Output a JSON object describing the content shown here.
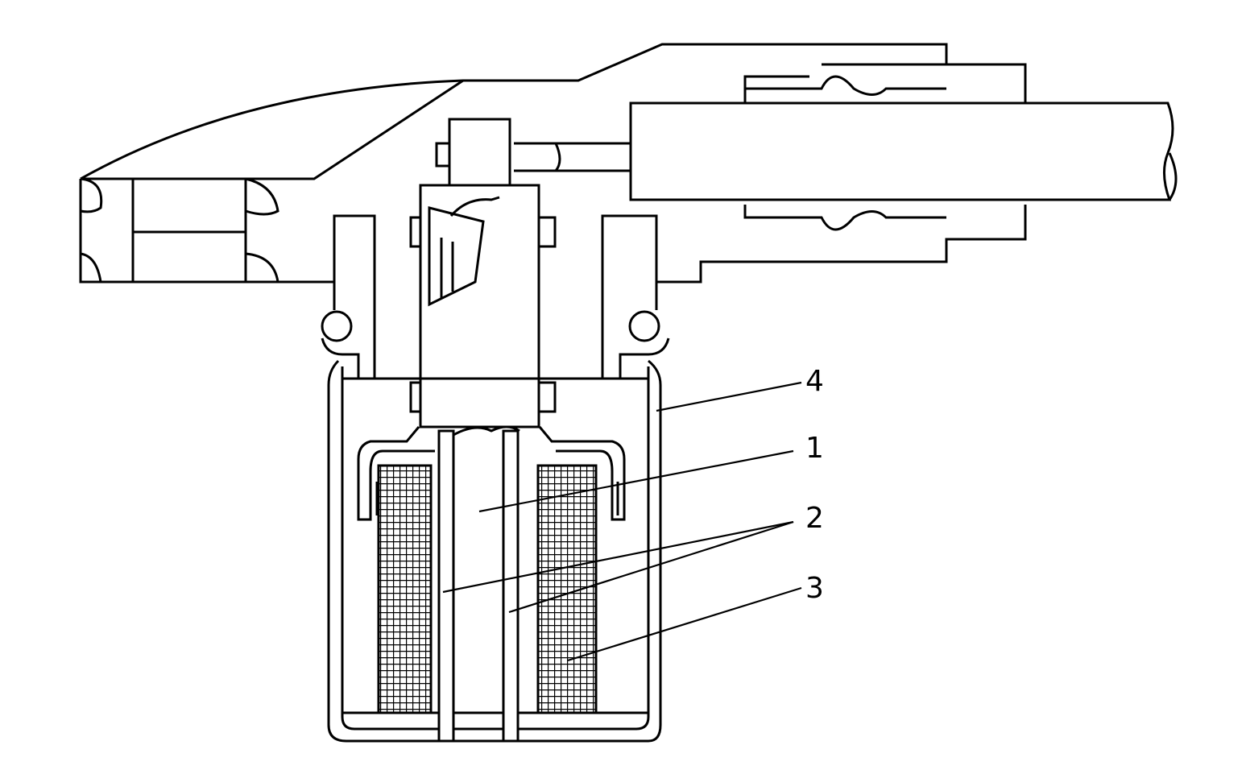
{
  "callouts": {
    "one": "1",
    "two": "2",
    "three": "3",
    "four": "4"
  },
  "colors": {
    "stroke": "#000000",
    "background": "#ffffff"
  }
}
